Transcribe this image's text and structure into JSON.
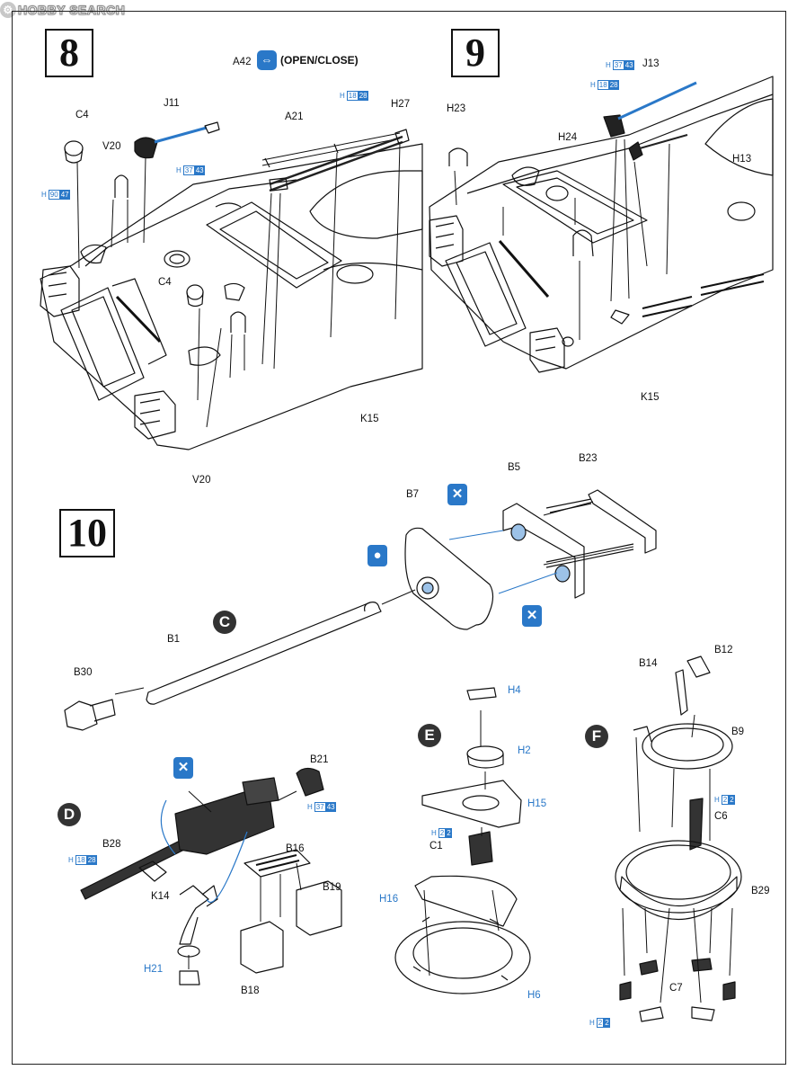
{
  "watermark": "HOBBY SEARCH",
  "steps": {
    "s8": "8",
    "s9": "9",
    "s10": "10"
  },
  "subassemblies": {
    "c": "C",
    "d": "D",
    "e": "E",
    "f": "F"
  },
  "open_close": "(OPEN/CLOSE)",
  "labels8": {
    "c4a": "C4",
    "v20a": "V20",
    "j11": "J11",
    "a42": "A42",
    "a21": "A21",
    "h27": "H27",
    "c4b": "C4",
    "v20b": "V20",
    "k15": "K15"
  },
  "labels9": {
    "h23": "H23",
    "h24": "H24",
    "j13": "J13",
    "h13": "H13",
    "k15": "K15"
  },
  "labels10": {
    "b7": "B7",
    "b5": "B5",
    "b23": "B23",
    "b1": "B1",
    "b30": "B30"
  },
  "labelsD": {
    "b21": "B21",
    "b28": "B28",
    "b16": "B16",
    "b19": "B19",
    "k14": "K14",
    "h21": "H21",
    "b18": "B18"
  },
  "labelsE": {
    "h4": "H4",
    "h2": "H2",
    "h15": "H15",
    "c1": "C1",
    "h16": "H16",
    "h6": "H6"
  },
  "labelsF": {
    "b14": "B14",
    "b12": "B12",
    "b9": "B9",
    "c6": "C6",
    "b29": "B29",
    "c7": "C7"
  },
  "paint_codes": {
    "p9047": {
      "h": "H",
      "a": "90",
      "b": "47"
    },
    "p3743a": {
      "h": "H",
      "a": "37",
      "b": "43"
    },
    "p1828a": {
      "h": "H",
      "a": "18",
      "b": "28"
    },
    "p3743b": {
      "h": "H",
      "a": "37",
      "b": "43"
    },
    "p1828b": {
      "h": "H",
      "a": "18",
      "b": "28"
    },
    "p3743c": {
      "h": "H",
      "a": "37",
      "b": "43"
    },
    "p1828c": {
      "h": "H",
      "a": "18",
      "b": "28"
    },
    "p22a": {
      "h": "H",
      "a": "2",
      "b": "2"
    },
    "p22b": {
      "h": "H",
      "a": "2",
      "b": "2"
    },
    "p22c": {
      "h": "H",
      "a": "2",
      "b": "2"
    }
  },
  "colors": {
    "accent": "#2a78c8",
    "line": "#111111"
  }
}
